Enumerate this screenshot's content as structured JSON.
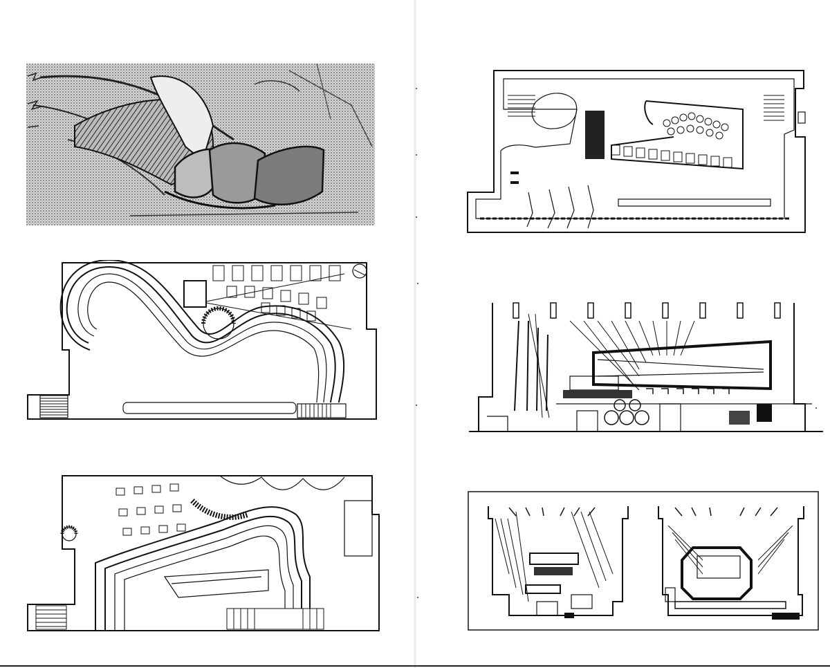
{
  "document": {
    "type": "architecture-book-spread",
    "pages": [
      "left",
      "right"
    ]
  },
  "figures": {
    "left": [
      {
        "id": "sketch",
        "kind": "perspective-sketch"
      },
      {
        "id": "plan-upper",
        "kind": "floor-plan"
      },
      {
        "id": "plan-lower",
        "kind": "floor-plan"
      }
    ],
    "right": [
      {
        "id": "plan-ground",
        "kind": "floor-plan"
      },
      {
        "id": "section-long",
        "kind": "longitudinal-section"
      },
      {
        "id": "sections-cross",
        "kind": "cross-sections-pair"
      }
    ]
  },
  "colors": {
    "ink": "#111111",
    "paper": "#ffffff",
    "halftone": "#9a9a9a"
  }
}
